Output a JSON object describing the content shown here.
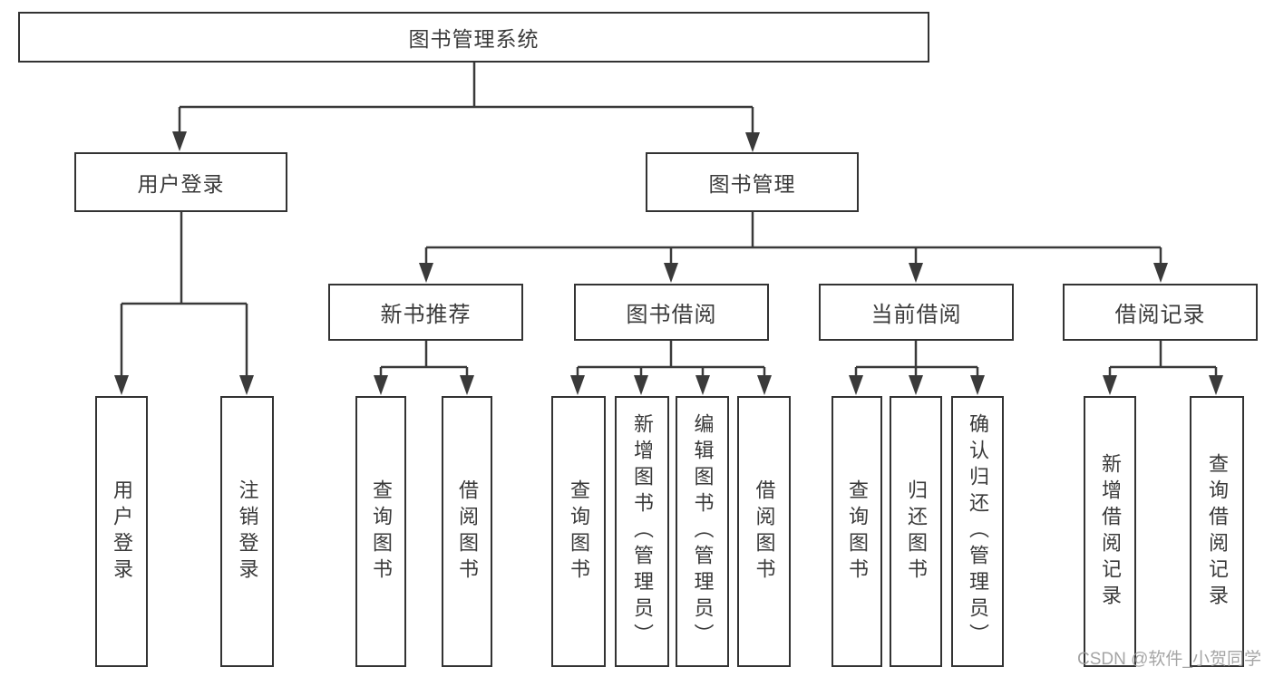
{
  "tree": {
    "root": {
      "label": "图书管理系统",
      "children": [
        {
          "label": "用户登录",
          "children": [
            {
              "label": "用户登录"
            },
            {
              "label": "注销登录"
            }
          ]
        },
        {
          "label": "图书管理",
          "children": [
            {
              "label": "新书推荐",
              "children": [
                {
                  "label": "查询图书"
                },
                {
                  "label": "借阅图书"
                }
              ]
            },
            {
              "label": "图书借阅",
              "children": [
                {
                  "label": "查询图书"
                },
                {
                  "label": "新增图书（管理员）"
                },
                {
                  "label": "编辑图书（管理员）"
                },
                {
                  "label": "借阅图书"
                }
              ]
            },
            {
              "label": "当前借阅",
              "children": [
                {
                  "label": "查询图书"
                },
                {
                  "label": "归还图书"
                },
                {
                  "label": "确认归还（管理员）"
                }
              ]
            },
            {
              "label": "借阅记录",
              "children": [
                {
                  "label": "新增借阅记录"
                },
                {
                  "label": "查询借阅记录"
                }
              ]
            }
          ]
        }
      ]
    }
  },
  "watermark": {
    "text": "CSDN @软件_小贺同学"
  },
  "colors": {
    "line": "#3a3a3a",
    "box_border": "#333333",
    "text": "#3a3a3a",
    "watermark": "#9c9c9c",
    "background": "#ffffff"
  }
}
